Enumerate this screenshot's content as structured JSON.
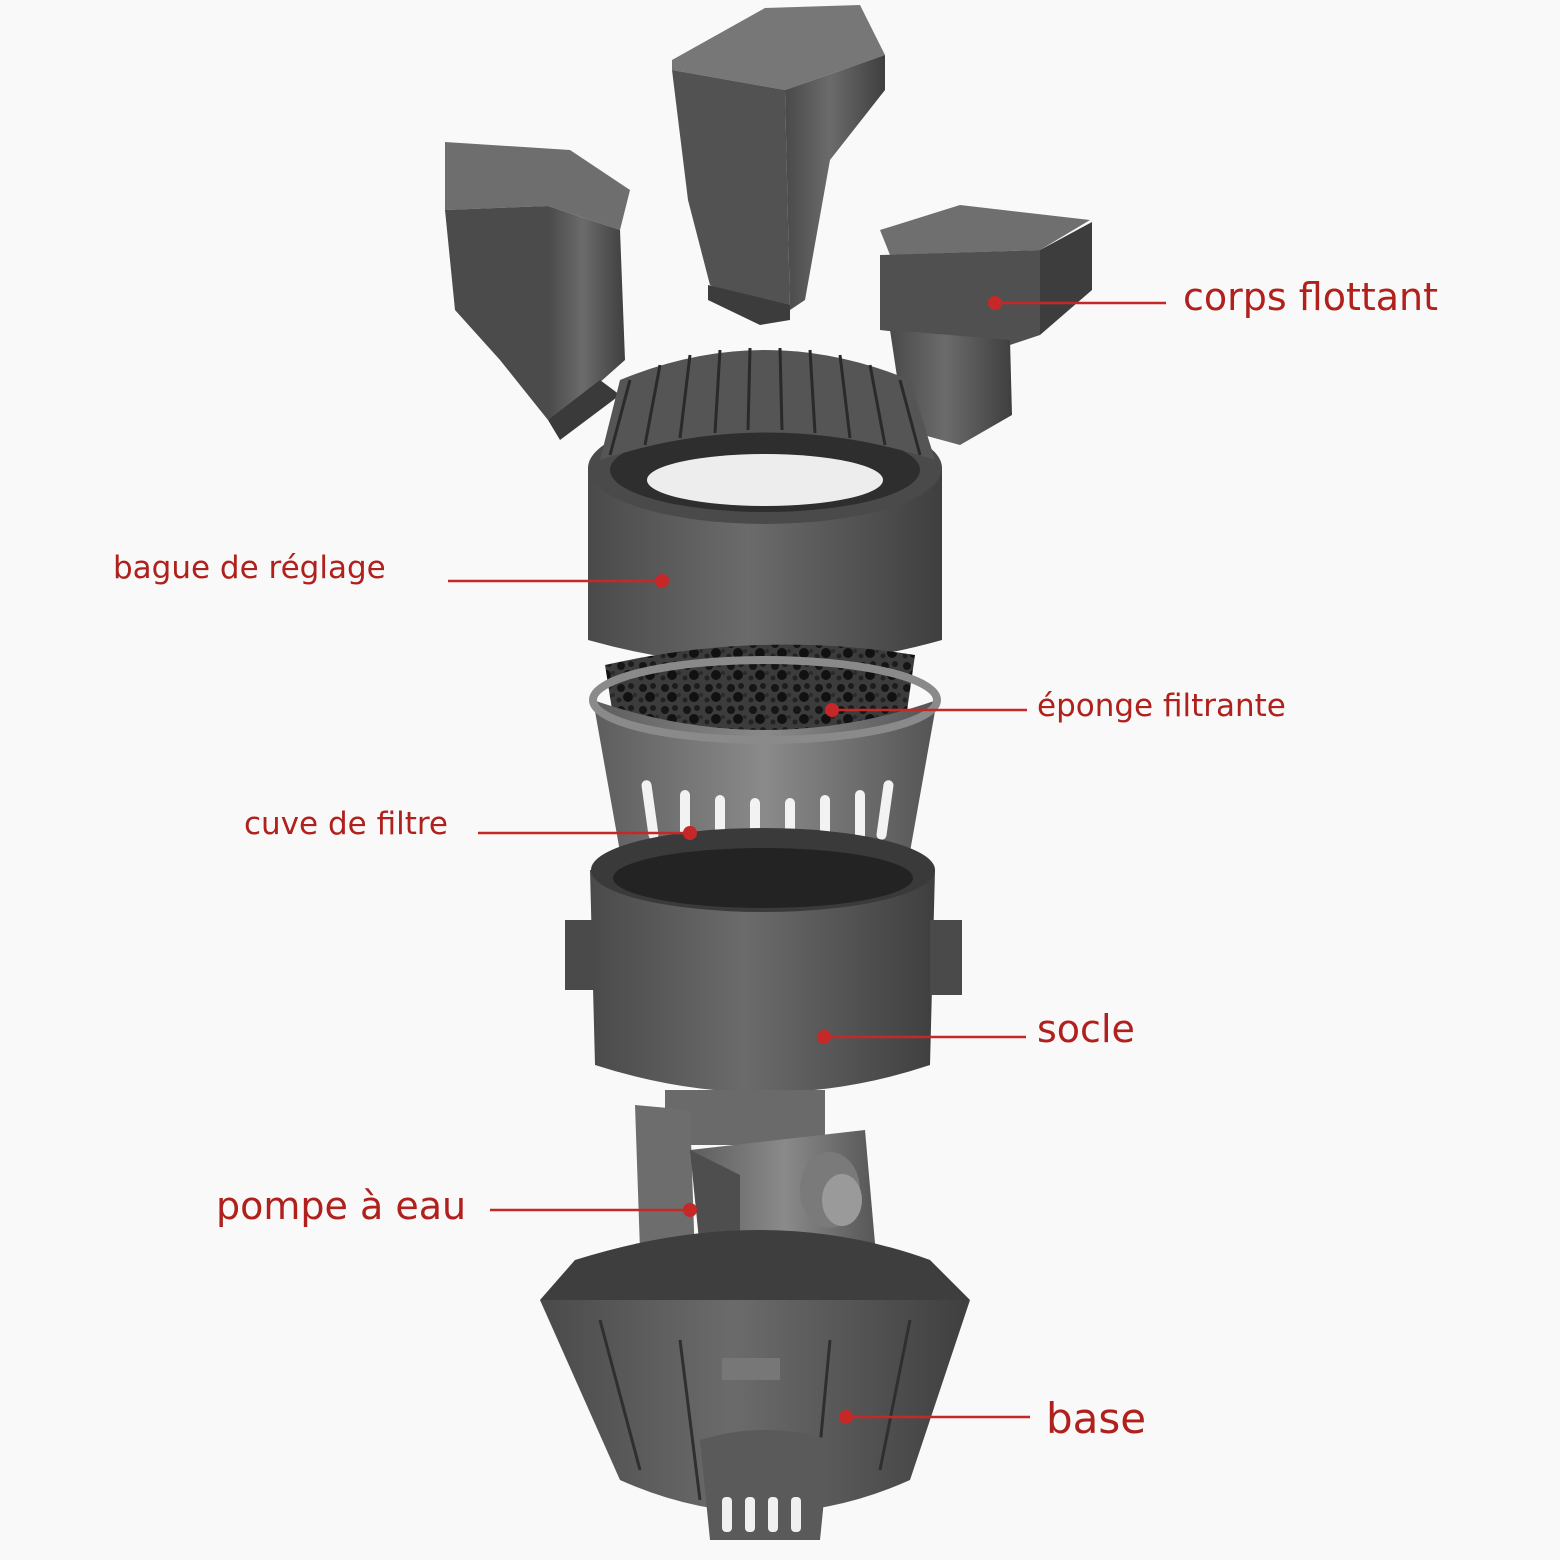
{
  "colors": {
    "accent": "#c62828",
    "label": "#b0201c",
    "part": "#5a5a5a",
    "part_dark": "#3a3a3a",
    "part_light": "#777777",
    "background": "#f9f9f9"
  },
  "labels": {
    "corps_flottant": "corps flottant",
    "bague_de_reglage": "bague de réglage",
    "eponge_filtrante": "éponge filtrante",
    "cuve_de_filtre": "cuve de filtre",
    "socle": "socle",
    "pompe_a_eau": "pompe à eau",
    "base": "base"
  }
}
